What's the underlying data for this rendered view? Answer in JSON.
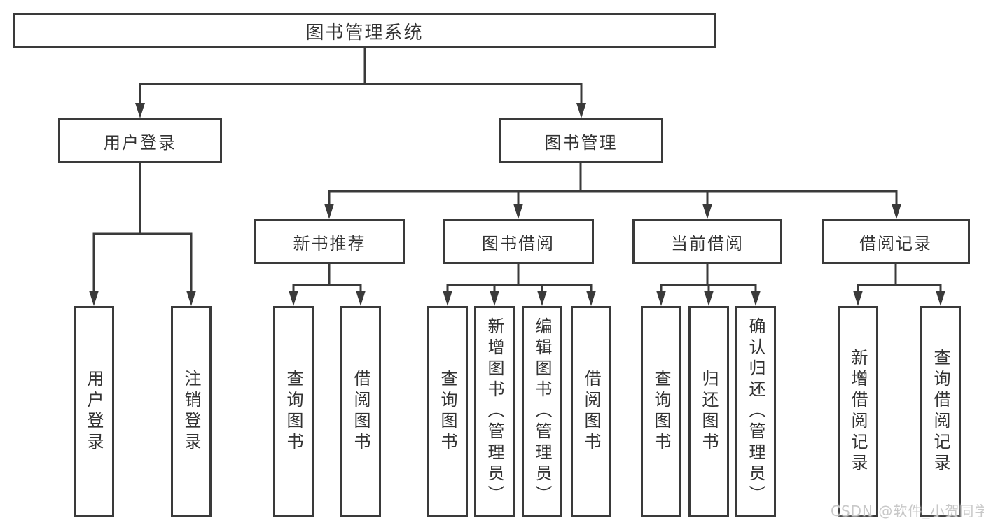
{
  "diagram_title": "图书管理系统",
  "tree": {
    "root": {
      "label": "图书管理系统"
    },
    "branches": [
      {
        "label": "用户登录",
        "children": [
          {
            "label": "用户登录"
          },
          {
            "label": "注销登录"
          }
        ]
      },
      {
        "label": "图书管理",
        "groups": [
          {
            "label": "新书推荐",
            "children": [
              {
                "label": "查询图书"
              },
              {
                "label": "借阅图书"
              }
            ]
          },
          {
            "label": "图书借阅",
            "children": [
              {
                "label": "查询图书"
              },
              {
                "label": "新增图书（管理员）"
              },
              {
                "label": "编辑图书（管理员）"
              },
              {
                "label": "借阅图书"
              }
            ]
          },
          {
            "label": "当前借阅",
            "children": [
              {
                "label": "查询图书"
              },
              {
                "label": "归还图书"
              },
              {
                "label": "确认归还（管理员）"
              }
            ]
          },
          {
            "label": "借阅记录",
            "children": [
              {
                "label": "新增借阅记录"
              },
              {
                "label": "查询借阅记录"
              }
            ]
          }
        ]
      }
    ]
  },
  "watermark": {
    "text": "CSDN @软件_小贺同学"
  },
  "colors": {
    "line": "#3a3a3a",
    "text": "#333333",
    "background": "#ffffff",
    "watermark": "#c8c8c8"
  }
}
